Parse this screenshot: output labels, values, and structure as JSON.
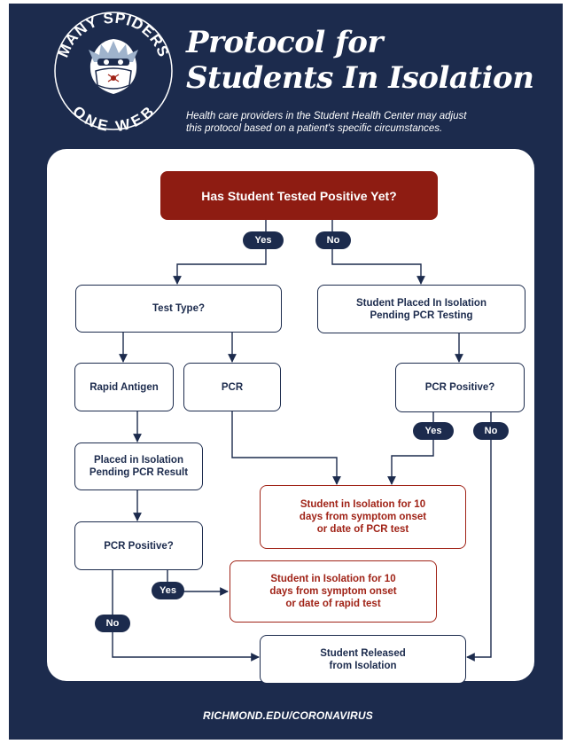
{
  "logo": {
    "top_text": "MANY SPIDERS",
    "bottom_text": "ONE WEB"
  },
  "header": {
    "title_line1": "Protocol for",
    "title_line2": "Students In Isolation",
    "subtitle_line1": "Health care providers in the Student Health Center may adjust",
    "subtitle_line2": "this protocol based on a patient's specific circumstances."
  },
  "flow": {
    "start": "Has Student Tested Positive Yet?",
    "start_yes": "Yes",
    "start_no": "No",
    "test_type": "Test Type?",
    "pending_pcr_testing_line1": "Student Placed In Isolation",
    "pending_pcr_testing_line2": "Pending PCR Testing",
    "rapid_antigen": "Rapid Antigen",
    "pcr": "PCR",
    "pcr_positive_right": "PCR Positive?",
    "right_yes": "Yes",
    "right_no": "No",
    "pending_pcr_result_line1": "Placed in Isolation",
    "pending_pcr_result_line2": "Pending PCR Result",
    "isolation_pcr_line1": "Student in Isolation for 10",
    "isolation_pcr_line2": "days from symptom onset",
    "isolation_pcr_line3": "or date of PCR test",
    "pcr_positive_left": "PCR Positive?",
    "left_yes": "Yes",
    "left_no": "No",
    "isolation_rapid_line1": "Student in Isolation for 10",
    "isolation_rapid_line2": "days from symptom onset",
    "isolation_rapid_line3": "or date of rapid test",
    "released_line1": "Student Released",
    "released_line2": "from Isolation"
  },
  "footer": {
    "url": "RICHMOND.EDU/CORONAVIRUS"
  },
  "colors": {
    "navy": "#1c2b4d",
    "brand_red": "#8e1c12",
    "outcome_red": "#a02317",
    "white": "#ffffff"
  },
  "icons": [
    "spider-mascot-icon"
  ]
}
